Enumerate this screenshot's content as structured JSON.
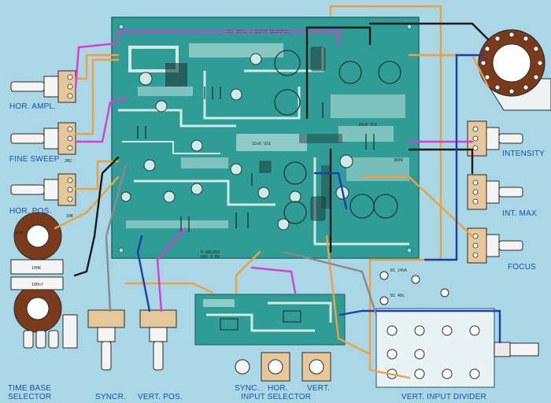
{
  "labels": {
    "hor_ampl": "HOR. AMPL.",
    "fine_sweep": "FINE SWEEP",
    "hor_pos": "HOR. POS.",
    "intensity": "INTENSITY",
    "int_max": "INT. MAX",
    "focus": "FOCUS",
    "time_base": "TIME BASE",
    "selector": "SELECTOR",
    "syncr": "SYNCR.",
    "vert_pos": "VERT. POS.",
    "sync": "SYNC.",
    "hor": "HOR.",
    "vert": "VERT.",
    "input_selector": "INPUT SELECTOR",
    "vert_input_divider": "VERT. INPUT DIVIDER"
  },
  "board_text": {
    "main_title": "HOR. AMPL. / INPUT SELECTOR",
    "tag_1": "10x0 VS1",
    "tag_2": "32x0 VS1",
    "tag_3": "360V",
    "tag_4": "0 ANS350",
    "tag_5": "DRD 6 B0",
    "tag_6": "EXT.",
    "tag_7": "100K",
    "tag_8": "10K",
    "tag_9": "2M2",
    "tag_10": "100nf",
    "tag_11": "B1 24VA",
    "tag_12": "B1 48c"
  },
  "colors": {
    "background": "#a9d7e6",
    "board": "#2f9c96",
    "trace": "#cfe9e6",
    "wire_orange": "#f0a040",
    "wire_magenta": "#d63fd0",
    "wire_black": "#1a1a1a",
    "wire_blue": "#1c3fa8",
    "wire_grey": "#8a8a8a",
    "label": "#1f4fa0",
    "switch_brown": "#7a3a1c"
  }
}
